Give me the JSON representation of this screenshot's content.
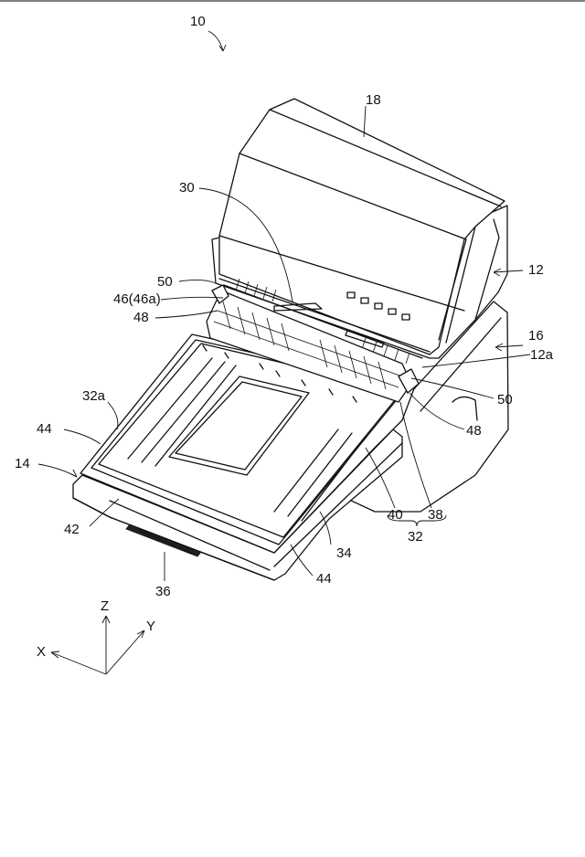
{
  "labels": {
    "n10": "10",
    "n18": "18",
    "n30": "30",
    "n50a": "50",
    "n46": "46(46a)",
    "n48a": "48",
    "n12": "12",
    "n16": "16",
    "n12a": "12a",
    "n50b": "50",
    "n48b": "48",
    "n32a": "32a",
    "n44a": "44",
    "n14": "14",
    "n42": "42",
    "n40": "40",
    "n38": "38",
    "n32": "32",
    "n34": "34",
    "n44b": "44",
    "n36": "36"
  },
  "axes": {
    "z": "Z",
    "y": "Y",
    "x": "X"
  }
}
